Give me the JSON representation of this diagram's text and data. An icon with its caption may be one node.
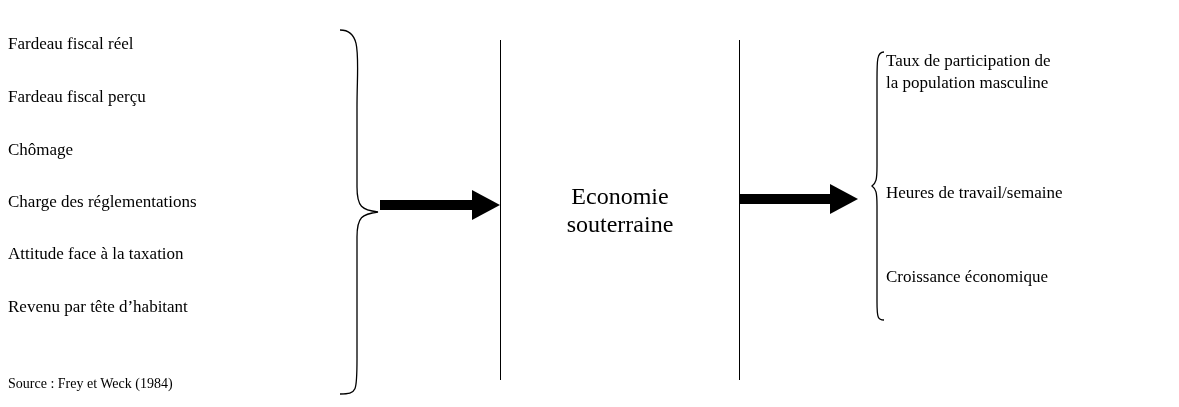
{
  "diagram": {
    "nodes": [
      {
        "text": [],
        "shape": "brace"
      },
      {
        "text": [
          "Fardeau fiscal réel"
        ],
        "in": 0
      },
      {
        "text": [
          "Fardeau fiscal perçu"
        ],
        "in": 0
      },
      {
        "text": [
          "Chômage"
        ],
        "in": 0
      },
      {
        "text": [
          "Charge des réglementations"
        ],
        "in": 0
      },
      {
        "text": [
          "Attitude face à la taxation"
        ],
        "in": 0
      },
      {
        "text": [
          "Revenu par tête d’habitant"
        ],
        "in": 0
      },
      {
        "text": [
          "Economie souterraine"
        ]
      },
      {
        "text": [],
        "shape": "brace"
      },
      {
        "text": [
          "Taux de participation de la population masculine"
        ],
        "in": 8
      },
      {
        "text": [
          "Heures de travail/semaine"
        ],
        "in": 8
      },
      {
        "text": [
          "Croissance économique"
        ],
        "in": 8
      }
    ],
    "edges": [
      {
        "from": 0,
        "to": 7,
        "arrow": "to"
      },
      {
        "from": 7,
        "to": 8,
        "arrow": "to"
      }
    ],
    "labels": [
      "Source : Frey et Weck (1984)"
    ]
  }
}
